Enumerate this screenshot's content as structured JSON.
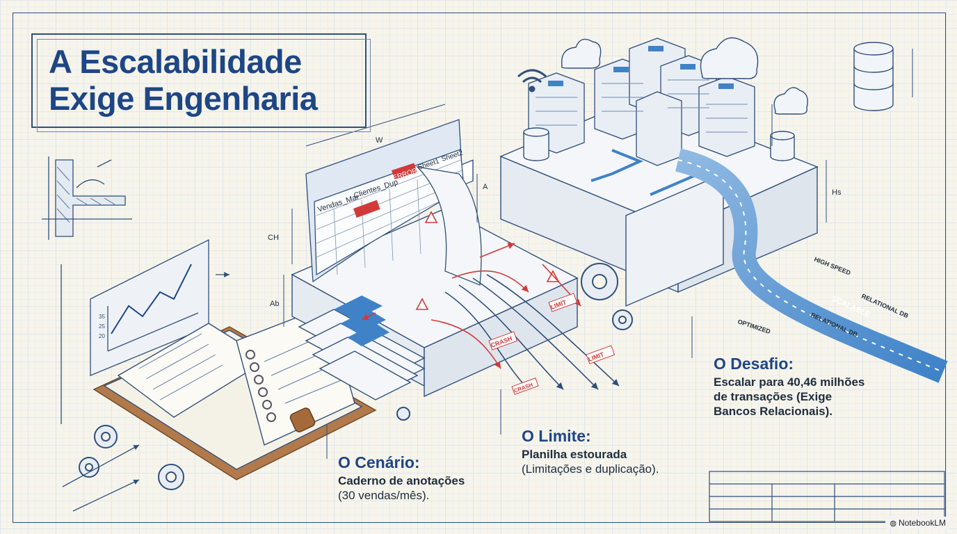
{
  "title": {
    "line1": "A Escalabilidade",
    "line2": "Exige Engenharia"
  },
  "stages": {
    "scenario": {
      "heading": "O Cenário:",
      "line1": "Caderno de anotações",
      "line2": "(30 vendas/mês)."
    },
    "limit": {
      "heading": "O Limite:",
      "line1": "Planilha estourada",
      "line2": "(Limitações e duplicação)."
    },
    "challenge": {
      "heading": "O Desafio:",
      "line1": "Escalar para 40,46 milhões",
      "line2": "de transações (Exige",
      "line3": "Bancos Relacionais)."
    }
  },
  "spreadsheet": {
    "tabs": [
      "Vendas_Mar",
      "Clientes_Dup",
      "ERROR",
      "Sheet1",
      "Sheet2"
    ]
  },
  "tags": {
    "crash": "CRASH",
    "limit": "LIMIT"
  },
  "stream": {
    "high_speed": "HIGH SPEED",
    "scalable": "SCALABLE",
    "relational": "RELATIONAL DB",
    "optimized": "OPTIMIZED"
  },
  "dimensions": {
    "w": "W",
    "a": "A",
    "ch": "CH",
    "ab": "Ab",
    "hs": "Hs"
  },
  "watermark": {
    "text": "NotebookLM",
    "icon": "notebooklm-icon"
  },
  "colors": {
    "ink": "#2f4f7a",
    "accent_blue": "#3f82c8",
    "title_blue": "#1d4685",
    "error_red": "#d23a3a",
    "paper": "#f7f4ea"
  }
}
